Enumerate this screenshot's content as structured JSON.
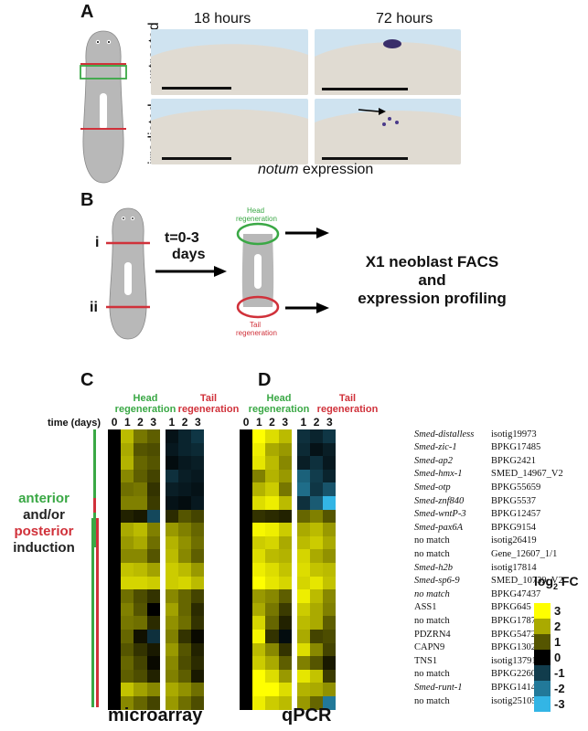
{
  "panel_a": {
    "letter": "A",
    "col1": "18 hours",
    "col2": "72 hours",
    "row1": "untreated",
    "row2": "irradiated",
    "caption_italic": "notum",
    "caption_rest": " expression"
  },
  "panel_b": {
    "letter": "B",
    "cut_i": "i",
    "cut_ii": "ii",
    "time_line1": "t=0-3",
    "time_line2": "days",
    "head_label1": "Head",
    "head_label2": "regeneration",
    "tail_label1": "Tail",
    "tail_label2": "regeneration",
    "result_line1": "X1 neoblast FACS",
    "result_line2": "and",
    "result_line3": "expression profiling"
  },
  "panel_c": {
    "letter": "C",
    "head1": "Head",
    "head2": "regeneration",
    "tail1": "Tail",
    "tail2": "regeneration",
    "time_label": "time (days)",
    "cols": [
      "0",
      "1",
      "2",
      "3",
      "1",
      "2",
      "3"
    ],
    "title": "microarray"
  },
  "panel_d": {
    "letter": "D",
    "head1": "Head",
    "head2": "regeneration",
    "tail1": "Tail",
    "tail2": "regeneration",
    "cols": [
      "0",
      "1",
      "2",
      "3",
      "1",
      "2",
      "3"
    ],
    "title": "qPCR"
  },
  "side_text": {
    "anterior": "anterior",
    "andor": "and/or",
    "posterior": "posterior",
    "induction": "induction"
  },
  "genes": [
    {
      "name": "Smed-distalless",
      "id": "isotig19973"
    },
    {
      "name": "Smed-zic-1",
      "id": "BPKG17485"
    },
    {
      "name": "Smed-ap2",
      "id": "BPKG2421"
    },
    {
      "name": "Smed-hmx-1",
      "id": "SMED_14967_V2"
    },
    {
      "name": "Smed-otp",
      "id": "BPKG55659"
    },
    {
      "name": "Smed-znf840",
      "id": "BPKG5537"
    },
    {
      "name": "Smed-wntP-3",
      "id": "BPKG12457"
    },
    {
      "name": "Smed-pax6A",
      "id": "BPKG9154"
    },
    {
      "name": "no match",
      "id": "isotig26419"
    },
    {
      "name": "no match",
      "id": "Gene_12607_1/1"
    },
    {
      "name": "Smed-h2b",
      "id": "isotig17814"
    },
    {
      "name": "Smed-sp6-9",
      "id": "SMED_10739_V2"
    },
    {
      "name": "no match",
      "id": "BPKG47437"
    },
    {
      "name": "ASS1",
      "id": "BPKG645"
    },
    {
      "name": "no match",
      "id": "BPKG17873"
    },
    {
      "name": "PDZRN4",
      "id": "BPKG5472"
    },
    {
      "name": "CAPN9",
      "id": "BPKG13028"
    },
    {
      "name": "TNS1",
      "id": "isotig13791"
    },
    {
      "name": "no match",
      "id": "BPKG22608"
    },
    {
      "name": "Smed-runt-1",
      "id": "BPKG14143"
    },
    {
      "name": "no match",
      "id": "isotig25105"
    }
  ],
  "legend": {
    "title": "log",
    "sub": "2",
    "title_rest": " FC",
    "ticks": [
      "3",
      "2",
      "1",
      "0",
      "-1",
      "-2",
      "-3"
    ]
  },
  "colors": {
    "head_green": "#3aa845",
    "tail_red": "#d0313a",
    "pos3": "#ffff00",
    "neg3": "#33b5e5"
  },
  "microarray_values": [
    [
      0,
      2.2,
      1.4,
      1.1,
      -0.3,
      -0.6,
      -0.9
    ],
    [
      0,
      2.0,
      1.0,
      0.9,
      -0.4,
      -0.6,
      -0.7
    ],
    [
      0,
      2.1,
      1.2,
      1.0,
      -0.2,
      -0.4,
      -0.5
    ],
    [
      0,
      1.6,
      1.1,
      0.8,
      -0.8,
      -0.5,
      -0.4
    ],
    [
      0,
      1.3,
      1.4,
      0.6,
      -0.5,
      -0.4,
      -0.3
    ],
    [
      0,
      1.5,
      1.5,
      0.7,
      -0.3,
      -0.2,
      -0.4
    ],
    [
      0,
      0.4,
      0.3,
      -1.2,
      0.5,
      1.0,
      0.8
    ],
    [
      0,
      2.0,
      2.2,
      1.5,
      1.8,
      1.5,
      1.2
    ],
    [
      0,
      1.8,
      2.0,
      1.3,
      2.1,
      1.7,
      1.3
    ],
    [
      0,
      1.6,
      1.6,
      1.0,
      2.2,
      1.6,
      1.1
    ],
    [
      0,
      2.3,
      2.2,
      1.9,
      2.4,
      2.2,
      1.8
    ],
    [
      0,
      2.5,
      2.5,
      2.4,
      2.4,
      2.5,
      2.2
    ],
    [
      0,
      1.3,
      0.9,
      0.6,
      1.6,
      1.2,
      0.8
    ],
    [
      0,
      1.5,
      1.0,
      0.0,
      1.9,
      1.2,
      0.5
    ],
    [
      0,
      1.4,
      1.3,
      0.5,
      1.7,
      1.3,
      0.6
    ],
    [
      0,
      1.2,
      0.2,
      -0.8,
      1.5,
      0.6,
      0.1
    ],
    [
      0,
      1.0,
      0.6,
      0.3,
      1.8,
      1.0,
      0.4
    ],
    [
      0,
      1.2,
      0.8,
      0.1,
      1.6,
      0.9,
      0.5
    ],
    [
      0,
      1.1,
      0.9,
      0.4,
      1.5,
      1.1,
      0.3
    ],
    [
      0,
      2.3,
      1.9,
      1.6,
      2.0,
      1.7,
      1.3
    ],
    [
      0,
      1.6,
      1.2,
      0.8,
      1.8,
      1.3,
      0.9
    ]
  ],
  "qpcr_values": [
    [
      0,
      3.0,
      2.6,
      2.2,
      -0.8,
      -0.6,
      -0.9
    ],
    [
      0,
      2.8,
      2.0,
      1.8,
      -0.7,
      -0.3,
      -0.5
    ],
    [
      0,
      2.7,
      2.2,
      1.6,
      -0.5,
      -0.8,
      -0.4
    ],
    [
      0,
      1.5,
      2.1,
      1.8,
      -1.6,
      -1.0,
      -0.6
    ],
    [
      0,
      2.1,
      2.4,
      1.4,
      -1.8,
      -0.9,
      -1.4
    ],
    [
      0,
      2.6,
      2.8,
      2.2,
      -0.8,
      -1.5,
      -3.0
    ],
    [
      0,
      0.6,
      0.5,
      0.4,
      1.2,
      1.5,
      1.0
    ],
    [
      0,
      2.9,
      2.8,
      2.4,
      2.0,
      2.2,
      1.8
    ],
    [
      0,
      2.4,
      2.5,
      2.0,
      2.2,
      2.4,
      2.0
    ],
    [
      0,
      2.6,
      2.2,
      2.1,
      2.5,
      2.0,
      1.7
    ],
    [
      0,
      2.8,
      2.6,
      2.3,
      2.6,
      2.3,
      2.2
    ],
    [
      0,
      3.0,
      2.7,
      2.5,
      2.5,
      2.7,
      2.3
    ],
    [
      0,
      1.8,
      1.6,
      1.1,
      2.8,
      2.2,
      1.6
    ],
    [
      0,
      2.0,
      1.4,
      0.7,
      2.4,
      2.0,
      1.5
    ],
    [
      0,
      2.5,
      1.2,
      0.4,
      2.2,
      2.0,
      1.1
    ],
    [
      0,
      2.9,
      0.6,
      -0.2,
      2.0,
      0.8,
      0.9
    ],
    [
      0,
      2.2,
      1.6,
      0.6,
      2.6,
      1.6,
      0.8
    ],
    [
      0,
      2.4,
      2.0,
      1.1,
      1.5,
      1.0,
      0.3
    ],
    [
      0,
      3.0,
      2.6,
      1.8,
      2.7,
      2.3,
      0.7
    ],
    [
      0,
      3.0,
      3.0,
      2.6,
      2.1,
      2.0,
      1.7
    ],
    [
      0,
      2.8,
      2.4,
      2.2,
      1.8,
      1.2,
      -2.0
    ]
  ]
}
